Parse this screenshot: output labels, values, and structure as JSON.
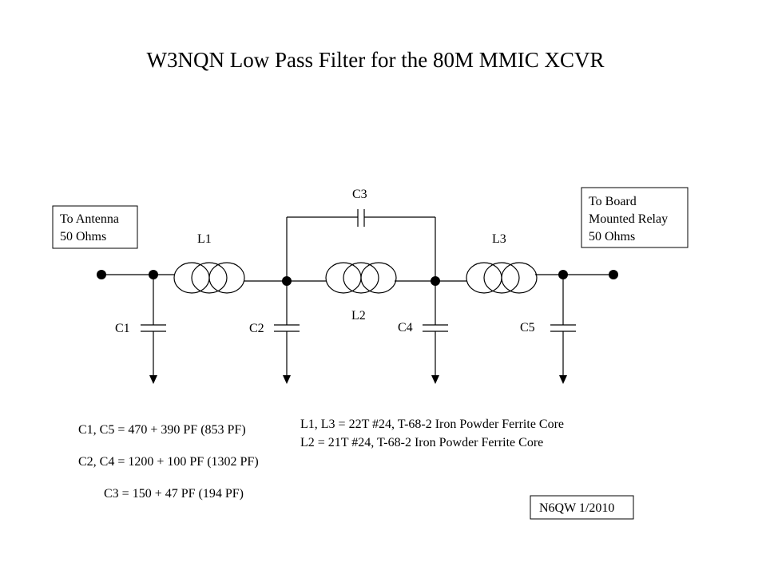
{
  "title": "W3NQN Low Pass Filter for the 80M MMIC XCVR",
  "boxes": {
    "antenna": [
      "To Antenna",
      "50 Ohms"
    ],
    "relay": [
      "To Board",
      "Mounted Relay",
      "50 Ohms"
    ],
    "credit": "N6QW 1/2010"
  },
  "components": {
    "L1": "L1",
    "L2": "L2",
    "L3": "L3",
    "C1": "C1",
    "C2": "C2",
    "C3": "C3",
    "C4": "C4",
    "C5": "C5"
  },
  "notes": {
    "c1_c5": "C1, C5 = 470 + 390 PF (853 PF)",
    "c2_c4": "C2, C4 = 1200 + 100 PF (1302 PF)",
    "c3": "C3 = 150 + 47 PF (194 PF)",
    "l1_l3": "L1, L3 = 22T #24, T-68-2 Iron Powder Ferrite Core",
    "l2": "L2 = 21T #24, T-68-2 Iron Powder Ferrite Core"
  }
}
